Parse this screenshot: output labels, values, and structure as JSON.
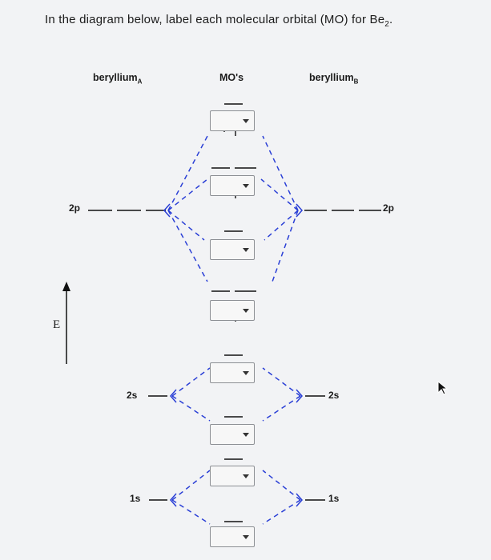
{
  "instruction": {
    "text": "In the diagram below, label each molecular orbital (MO) for Be",
    "subscript": "2",
    "end": "."
  },
  "columns": {
    "left": {
      "name": "beryllium",
      "sub": "A"
    },
    "middle": {
      "name": "MO's"
    },
    "right": {
      "name": "beryllium",
      "sub": "B"
    }
  },
  "atomic_orbitals": {
    "left_2p": "2p",
    "right_2p": "2p",
    "left_2s": "2s",
    "right_2s": "2s",
    "left_1s": "1s",
    "right_1s": "1s"
  },
  "energy_axis_label": "E",
  "mo_dropdowns": [
    {
      "value": ""
    },
    {
      "value": ""
    },
    {
      "value": ""
    },
    {
      "value": ""
    },
    {
      "value": ""
    },
    {
      "value": ""
    },
    {
      "value": ""
    },
    {
      "value": ""
    }
  ],
  "colors": {
    "background": "#f2f3f5",
    "connector_blue": "#2a3fd6",
    "level_line": "#111111",
    "dropdown_border": "#8c8f94"
  },
  "icons": {
    "dropdown": "chevron-down-icon",
    "arrow": "up-arrow-icon",
    "cursor": "mouse-pointer-icon"
  }
}
